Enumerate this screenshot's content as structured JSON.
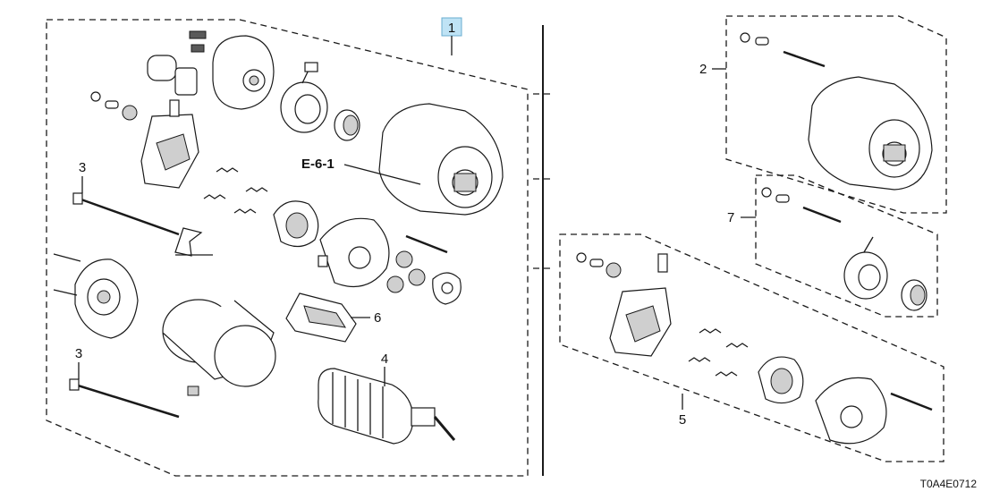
{
  "callouts": {
    "c1": "1",
    "c2": "2",
    "c3a": "3",
    "c3b": "3",
    "c4": "4",
    "c5": "5",
    "c6": "6",
    "c7": "7"
  },
  "reference": "E-6-1",
  "diagram_code": "T0A4E0712",
  "colors": {
    "line": "#1a1a1a",
    "highlight_box": "#bfe3f5",
    "background": "#ffffff"
  }
}
